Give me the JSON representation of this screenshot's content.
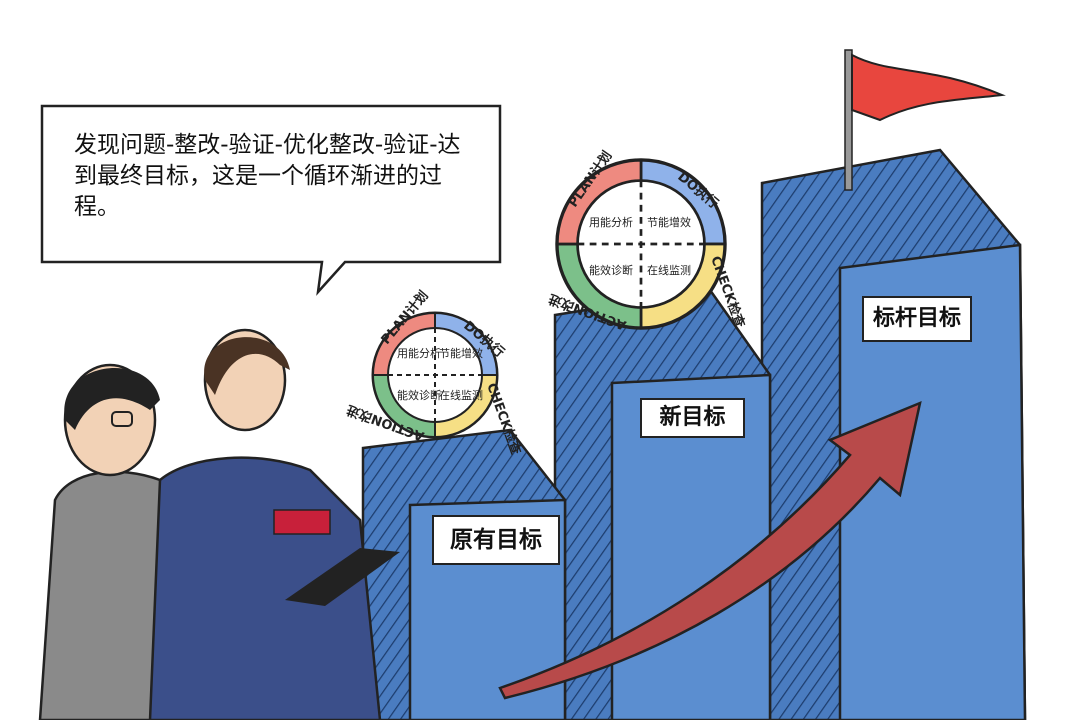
{
  "speech_bubble": {
    "text": "发现问题-整改-验证-优化整改-验证-达到最终目标，这是一个循环渐进的过程。"
  },
  "targets": {
    "original": "原有目标",
    "new": "新目标",
    "benchmark": "标杆目标"
  },
  "pdca_cycle": {
    "plan": "PLAN计划",
    "do": "DO执行",
    "check": "CHECK检查",
    "action": "ACTION改进",
    "quadrants": [
      "用能分析",
      "节能增效",
      "能效诊断",
      "在线监测"
    ]
  },
  "colors": {
    "building_front": "#5b8ed0",
    "building_side": "#3e6fb0",
    "arrow": "#b84a4a",
    "flag": "#e8463e",
    "plan": "#ee8a80",
    "do": "#8fb2ea",
    "check": "#f6df85",
    "action": "#7cc08a"
  }
}
